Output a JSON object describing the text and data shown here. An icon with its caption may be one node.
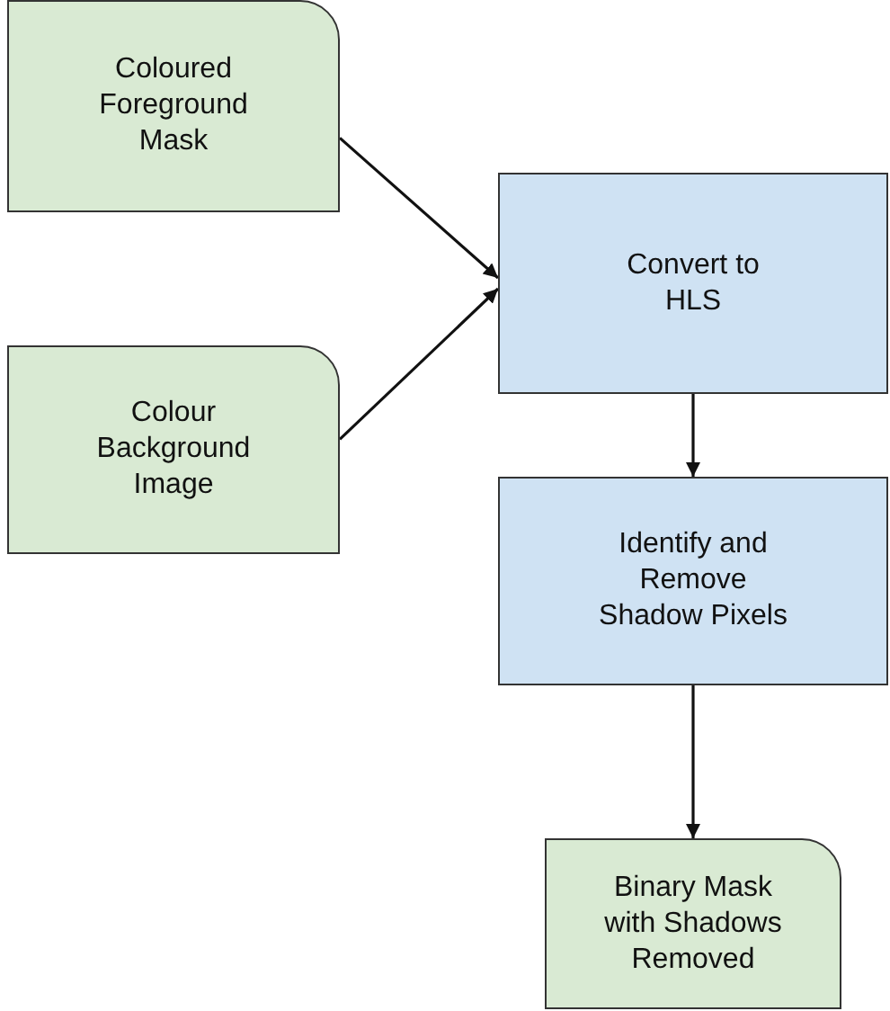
{
  "diagram": {
    "nodes": [
      {
        "text": [
          "Coloured Foreground Mask"
        ]
      },
      {
        "text": [
          "Colour Background Image"
        ]
      },
      {
        "text": [
          "Convert to HLS"
        ]
      },
      {
        "text": [
          "Identify and Remove Shadow Pixels"
        ]
      },
      {
        "text": [
          "Binary Mask with Shadows Removed"
        ]
      }
    ],
    "edges": [
      {
        "from": 0,
        "to": 2,
        "arrow": "to"
      },
      {
        "from": 1,
        "to": 2,
        "arrow": "to"
      },
      {
        "from": 2,
        "to": 3,
        "arrow": "to"
      },
      {
        "from": 3,
        "to": 4,
        "arrow": "to"
      }
    ]
  }
}
